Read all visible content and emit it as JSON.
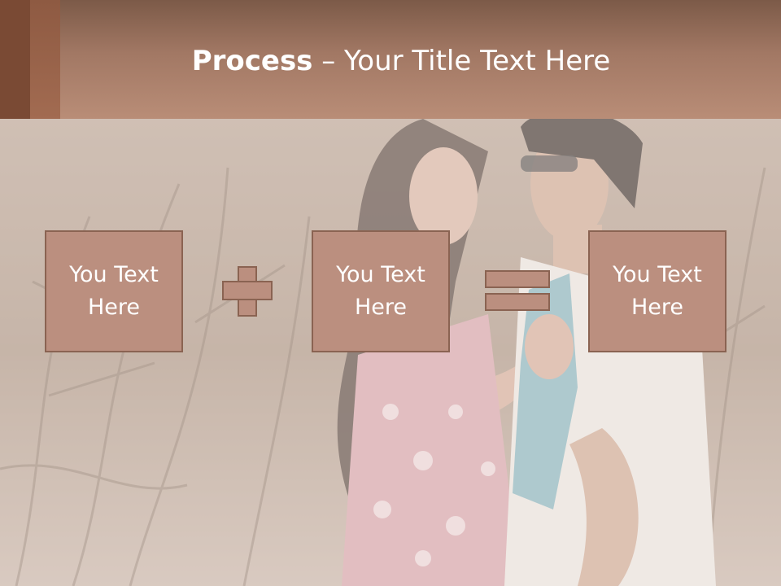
{
  "slide": {
    "title_bold": "Process",
    "title_rest": " – Your Title Text Here",
    "boxes": [
      {
        "text": "You Text\nHere"
      },
      {
        "text": "You Text\nHere"
      },
      {
        "text": "You Text\nHere"
      }
    ],
    "operators": [
      "plus",
      "equals"
    ]
  },
  "colors": {
    "header": "#a27864",
    "box_fill": "#bb8f7f",
    "box_border": "#8a6352",
    "text": "#ffffff"
  }
}
